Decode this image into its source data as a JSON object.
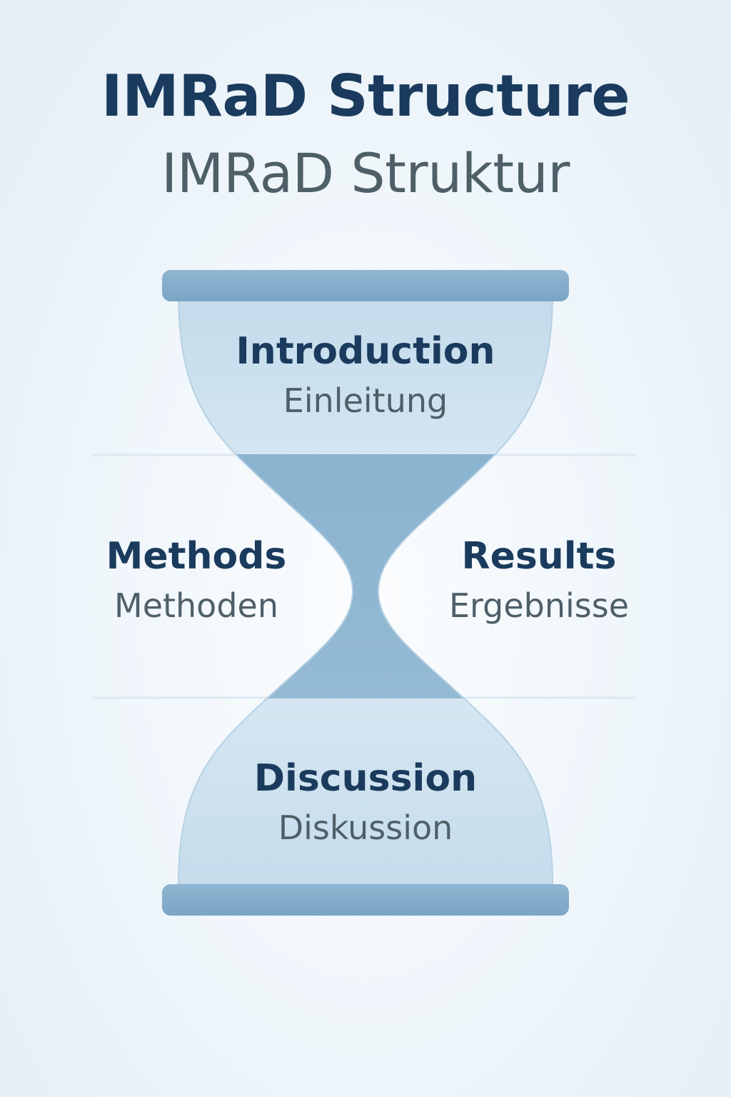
{
  "header": {
    "title": "IMRaD Structure",
    "subtitle": "IMRaD Struktur"
  },
  "sections": {
    "introduction": {
      "label": "Introduction",
      "translation": "Einleitung"
    },
    "methods": {
      "label": "Methods",
      "translation": "Methoden"
    },
    "results": {
      "label": "Results",
      "translation": "Ergebnisse"
    },
    "discussion": {
      "label": "Discussion",
      "translation": "Diskussion"
    }
  },
  "colors": {
    "title": "#1a3b5d",
    "subtitle": "#4f5f68",
    "cap": "#7ea9c7",
    "glass_light": "#c7deed",
    "glass_dark": "#8fb6d1"
  },
  "icons": [
    "hourglass-icon"
  ]
}
